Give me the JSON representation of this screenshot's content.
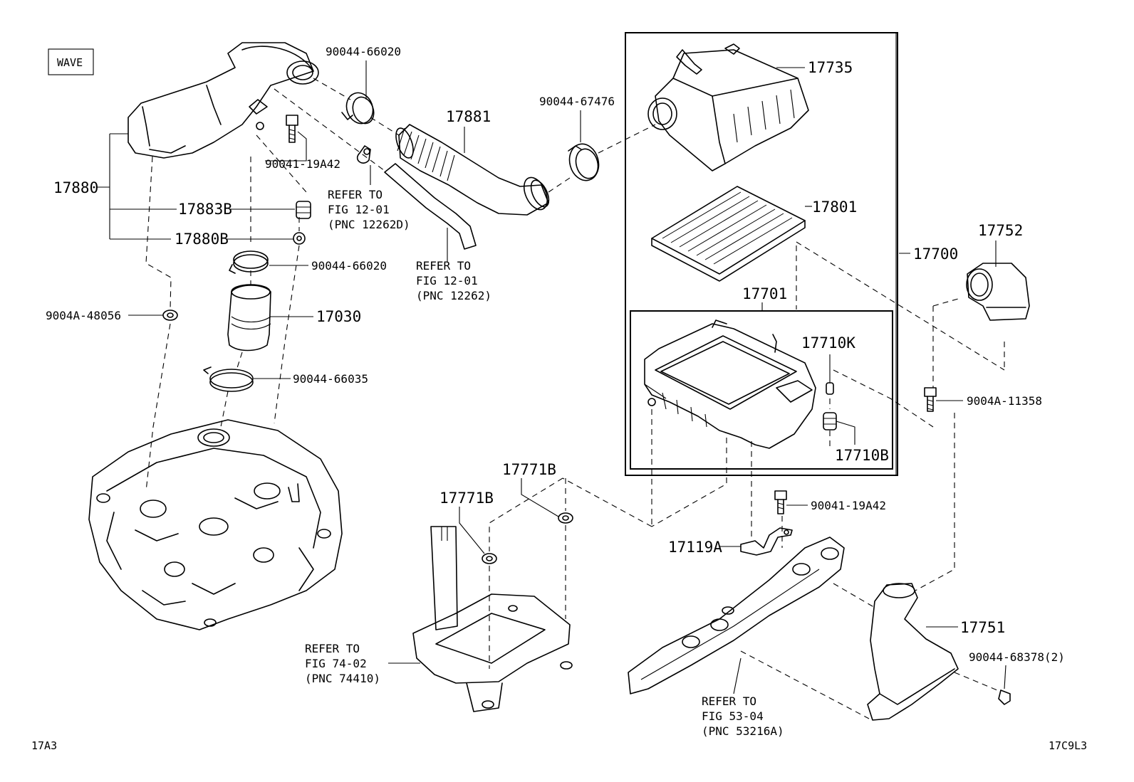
{
  "tag": "WAVE",
  "corner_left": "17A3",
  "corner_right": "17C9L3",
  "parts": {
    "p17880": "17880",
    "p17883B": "17883B",
    "p17880B": "17880B",
    "p9004A_48056": "9004A-48056",
    "p90044_66020_top": "90044-66020",
    "p90044_66020_mid": "90044-66020",
    "p90041_19A42_left": "90041-19A42",
    "p17030": "17030",
    "p90044_66035": "90044-66035",
    "p17881": "17881",
    "p90044_67476": "90044-67476",
    "p17735": "17735",
    "p17801": "17801",
    "p17700": "17700",
    "p17701": "17701",
    "p17710K": "17710K",
    "p17710B": "17710B",
    "p17752": "17752",
    "p9004A_11358": "9004A-11358",
    "p90041_19A42_right": "90041-19A42",
    "p17119A": "17119A",
    "p17771B_top": "17771B",
    "p17771B_left": "17771B",
    "p17751": "17751",
    "p90044_68378": "90044-68378(2)"
  },
  "refs": {
    "ref_12262D": [
      "REFER TO",
      "FIG 12-01",
      "(PNC 12262D)"
    ],
    "ref_12262": [
      "REFER TO",
      "FIG 12-01",
      "(PNC 12262)"
    ],
    "ref_74410": [
      "REFER TO",
      "FIG 74-02",
      "(PNC 74410)"
    ],
    "ref_53216A": [
      "REFER TO",
      "FIG 53-04",
      "(PNC 53216A)"
    ]
  }
}
